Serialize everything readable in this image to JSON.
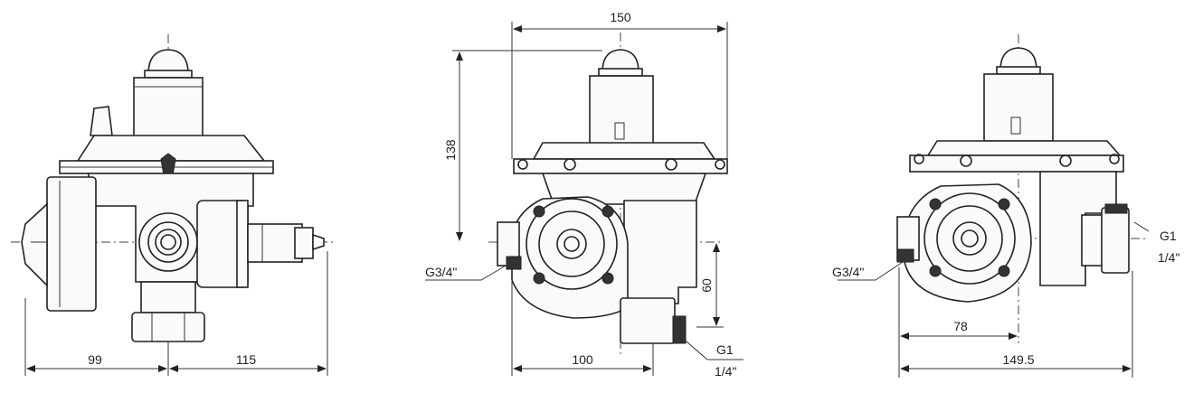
{
  "views": {
    "left": {
      "dim_left": "99",
      "dim_right": "115"
    },
    "middle": {
      "dim_width": "150",
      "dim_height": "138",
      "dim_vertical": "60",
      "dim_bottom": "100",
      "thread_inlet": "G3/4\"",
      "thread_outlet_a": "G1",
      "thread_outlet_b": "1/4\""
    },
    "right": {
      "dim_inner": "78",
      "dim_total": "149.5",
      "thread_inlet": "G3/4\"",
      "thread_outlet_a": "G1",
      "thread_outlet_b": "1/4\""
    }
  }
}
